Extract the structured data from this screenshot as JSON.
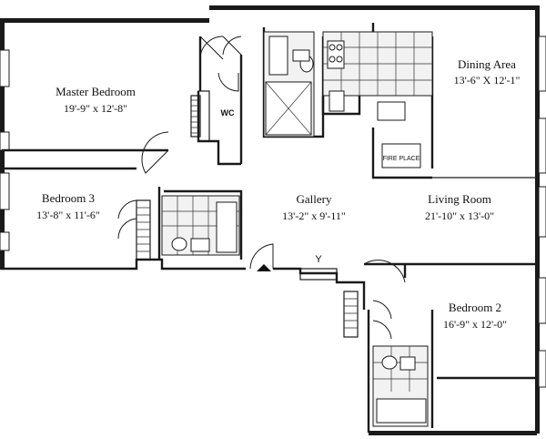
{
  "rooms": {
    "master_bedroom": {
      "name": "Master Bedroom",
      "dims": "19'-9\" x 12'-8\""
    },
    "dining_area": {
      "name": "Dining Area",
      "dims": "13'-6\" X 12'-1\""
    },
    "bedroom_3": {
      "name": "Bedroom 3",
      "dims": "13'-8\" x 11'-6\""
    },
    "gallery": {
      "name": "Gallery",
      "dims": "13'-2\" x 9'-11\""
    },
    "living_room": {
      "name": "Living Room",
      "dims": "21'-10\" x 13'-0\""
    },
    "bedroom_2": {
      "name": "Bedroom 2",
      "dims": "16'-9\" x 12'-0\""
    }
  },
  "labels": {
    "wc": "WC",
    "fireplace": "FIRE PLACE",
    "closet": "Y"
  }
}
